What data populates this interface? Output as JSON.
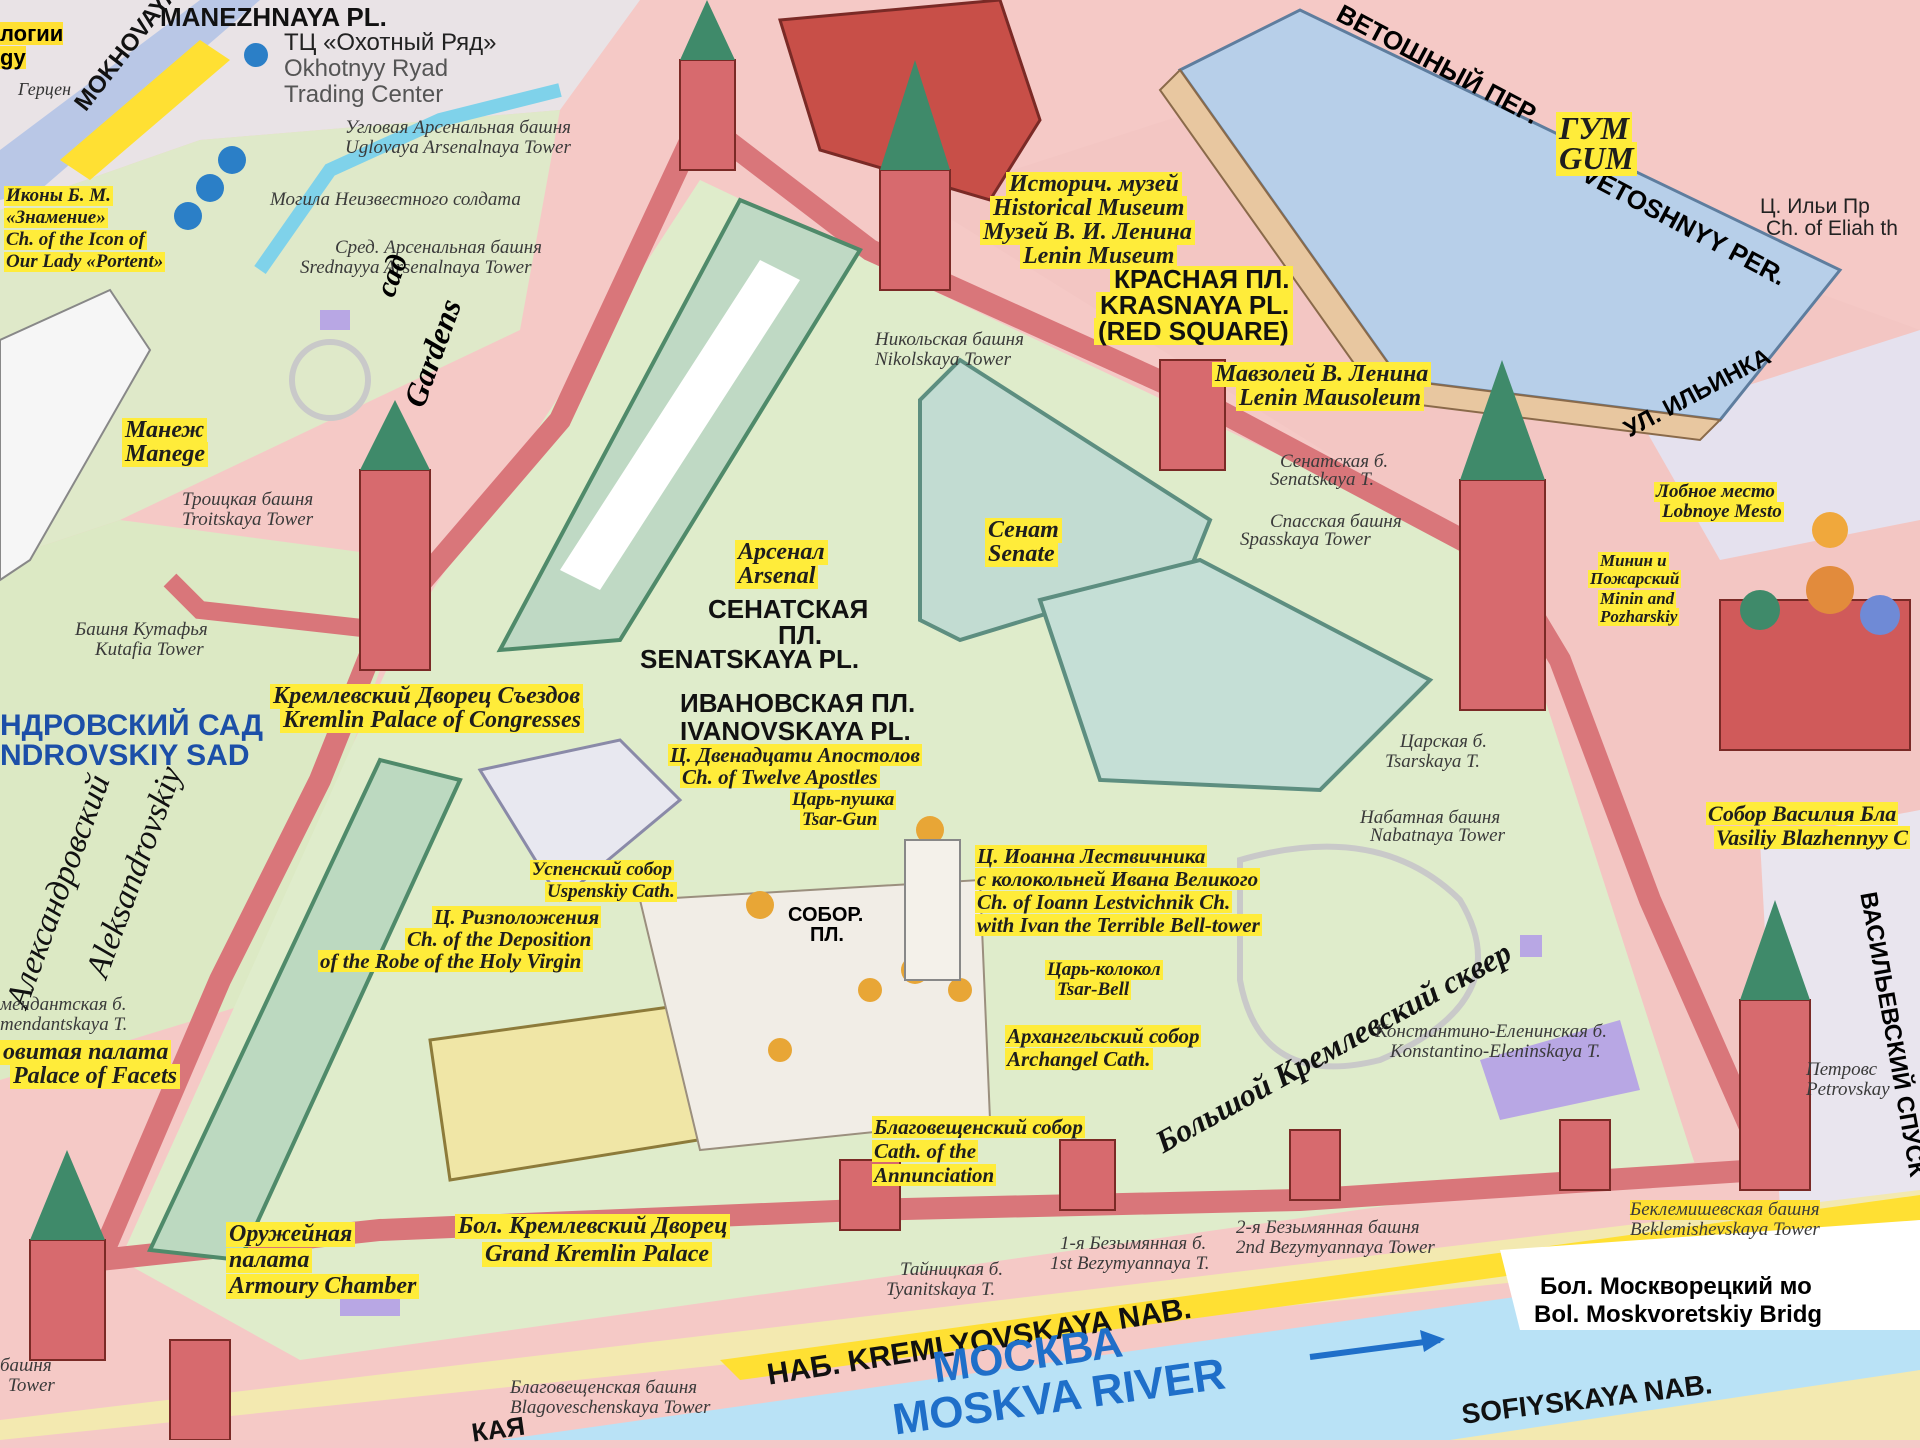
{
  "labels": {
    "manezhnaya": "MANEZHNAYA PL.",
    "mokhovaya": "MOKHOVAYA",
    "okhotny_ru": "ТЦ «Охотный Ряд»",
    "okhotny_en1": "Okhotnyy Ryad",
    "okhotny_en2": "Trading Center",
    "uglovaya_ru": "Угловая Арсенальная башня",
    "uglovaya_en": "Uglovaya Arsenalnaya Tower",
    "grave_ru": "Могила Неизвестного солдата",
    "sredn_ru": "Сред. Арсенальная башня",
    "sredn_en": "Srednayya Arsenalnaya Tower",
    "icon_ru1": "Иконы Б. М.",
    "icon_ru2": "«Знамение»",
    "icon_en1": "Ch. of the Icon of",
    "icon_en2": "Our Lady «Portent»",
    "gardens_sad": "сад",
    "gardens": "Gardens",
    "manege_ru": "Манеж",
    "manege_en": "Manege",
    "troitskaya_ru": "Троицкая башня",
    "troitskaya_en": "Troitskaya Tower",
    "kutafia_ru": "Башня Кутафья",
    "kutafia_en": "Kutafia Tower",
    "arsenal_ru": "Арсенал",
    "arsenal_en": "Arsenal",
    "senatskaya_ru1": "СЕНАТСКАЯ",
    "senatskaya_ru2": "ПЛ.",
    "senatskaya_en": "SENATSKAYA PL.",
    "palace_congress_ru": "Кремлевский Дворец Съездов",
    "palace_congress_en": "Kremlin Palace of Congresses",
    "aleks_sad_ru": "НДРОВСКИЙ САД",
    "aleks_sad_en": "NDROVSKIY SAD",
    "ivanovskaya_ru": "ИВАНОВСКАЯ ПЛ.",
    "ivanovskaya_en": "IVANOVSKAYA PL.",
    "twelve_ru": "Ц. Двенадцати Апостолов",
    "twelve_en": "Ch. of Twelve Apostles",
    "tsar_gun_ru": "Царь-пушка",
    "tsar_gun_en": "Tsar-Gun",
    "uspensky_ru": "Успенский собор",
    "uspensky_en": "Uspenskiy Cath.",
    "sobor_pl1": "СОБОР.",
    "sobor_pl2": "ПЛ.",
    "rizpol_ru1": "Ц. Ризположения",
    "rizpol_en1": "Ch. of the Deposition",
    "rizpol_en2": "of the Robe of the Holy Virgin",
    "ivan_ru1": "Ц. Иоанна Лествичника",
    "ivan_ru2": "с колокольней Ивана Великого",
    "ivan_en1": "Ch. of Ioann Lestvichnik Ch.",
    "ivan_en2": "with Ivan the Terrible Bell-tower",
    "tsar_bell_ru": "Царь-колокол",
    "tsar_bell_en": "Tsar-Bell",
    "archangel_ru": "Архангельский собор",
    "archangel_en": "Archangel Cath.",
    "bolshoy_skver": "Большой Кремлевский сквер",
    "komendant_ru": "мендантская б.",
    "komendant_en": "mendantskaya T.",
    "facets_ru": "овитая палата",
    "facets_en": "Palace of Facets",
    "aleksandrovskiy_ru": "Александровский",
    "aleksandrovskiy_en": "Aleksandrovskiy",
    "armoury_ru1": "Оружейная",
    "armoury_ru2": "палата",
    "armoury_en": "Armoury Chamber",
    "gkp_ru": "Бол. Кремлевский Дворец",
    "gkp_en": "Grand Kremlin Palace",
    "annun_ru": "Благовещенский собор",
    "annun_en1": "Cath. of the",
    "annun_en2": "Annunciation",
    "tainitskaya_ru": "Тайницкая б.",
    "tainitskaya_en": "Tyanitskaya T.",
    "bez1_ru": "1-я Безымянная б.",
    "bez1_en": "1st Bezymyannaya T.",
    "bez2_ru": "2-я Безымянная башня",
    "bez2_en": "2nd Bezymyannaya Tower",
    "beklem_ru": "Беклемишевская башня",
    "beklem_en": "Beklemishevskaya Tower",
    "blagov_tower_ru": "Благовещенская башня",
    "blagov_tower_en": "Blagoveschenskaya Tower",
    "kremlyov_nab": "НАБ.   KREMLYOVSKAYA   NAB.",
    "moskva_ru": "МОСКВА",
    "moskva_en": "MOSKVA RIVER",
    "sofiyskaya": "SOFIYSKAYA   NAB.",
    "bridge_ru": "Бол. Москворецкий мо",
    "bridge_en": "Bol. Moskvoretskiy Bridg",
    "kaya": "КАЯ",
    "bashnya_left": "башня",
    "tower_left": "Tower",
    "konst_ru": "Константино-Еленинская б.",
    "konst_en": "Konstantino-Eleninskaya T.",
    "petrovskaya_ru": "Петровс",
    "petrovskaya_en": "Petrovskay",
    "vasilyevsky": "ВАСИЛЬЕВСКИЙ СПУСК",
    "nabatnaya_ru": "Набатная башня",
    "nabatnaya_en": "Nabatnaya Tower",
    "tsarskaya_ru": "Царская б.",
    "tsarskaya_en": "Tsarskaya T.",
    "senat_ru": "Сенат",
    "senat_en": "Senate",
    "spasskaya_ru": "Спасская башня",
    "spasskaya_en": "Spasskaya Tower",
    "senatskaya_t_ru": "Сенатская б.",
    "senatskaya_t_en": "Senatskaya T.",
    "nikolskaya_ru": "Никольская башня",
    "nikolskaya_en": "Nikolskaya Tower",
    "museum_ru": "Историч. музей",
    "museum_en": "Historical Museum",
    "lenin_museum_ru": "Музей В. И. Ленина",
    "lenin_museum_en": "Lenin Museum",
    "krasnaya_ru": "КРАСНАЯ ПЛ.",
    "krasnaya_en": "KRASNAYA PL.",
    "red_square": "(RED SQUARE)",
    "mausoleum_ru": "Мавзолей В. Ленина",
    "mausoleum_en": "Lenin Mausoleum",
    "vetoshny_ru": "ВЕТОШНЫЙ ПЕР.",
    "vetoshny_en": "VETOSHNYY PER.",
    "gum_ru": "ГУМ",
    "gum_en": "GUM",
    "ilya_ru": "Ц. Ильи Пр",
    "ilya_en": "Ch. of Eliah th",
    "ilyinka": "УЛ. ИЛЬИНКА",
    "lobnoe_ru": "Лобное место",
    "lobnoe_en": "Lobnoye Mesto",
    "minin_ru1": "Минин и",
    "minin_ru2": "Пожарский",
    "minin_en1": "Minin and",
    "minin_en2": "Pozharskiy",
    "basil_ru": "Собор Василия Бла",
    "basil_en": "Vasiliy Blazhennyy C",
    "top_left_1": "логии",
    "top_left_2": "gy",
    "top_left_3": "Герцен"
  }
}
